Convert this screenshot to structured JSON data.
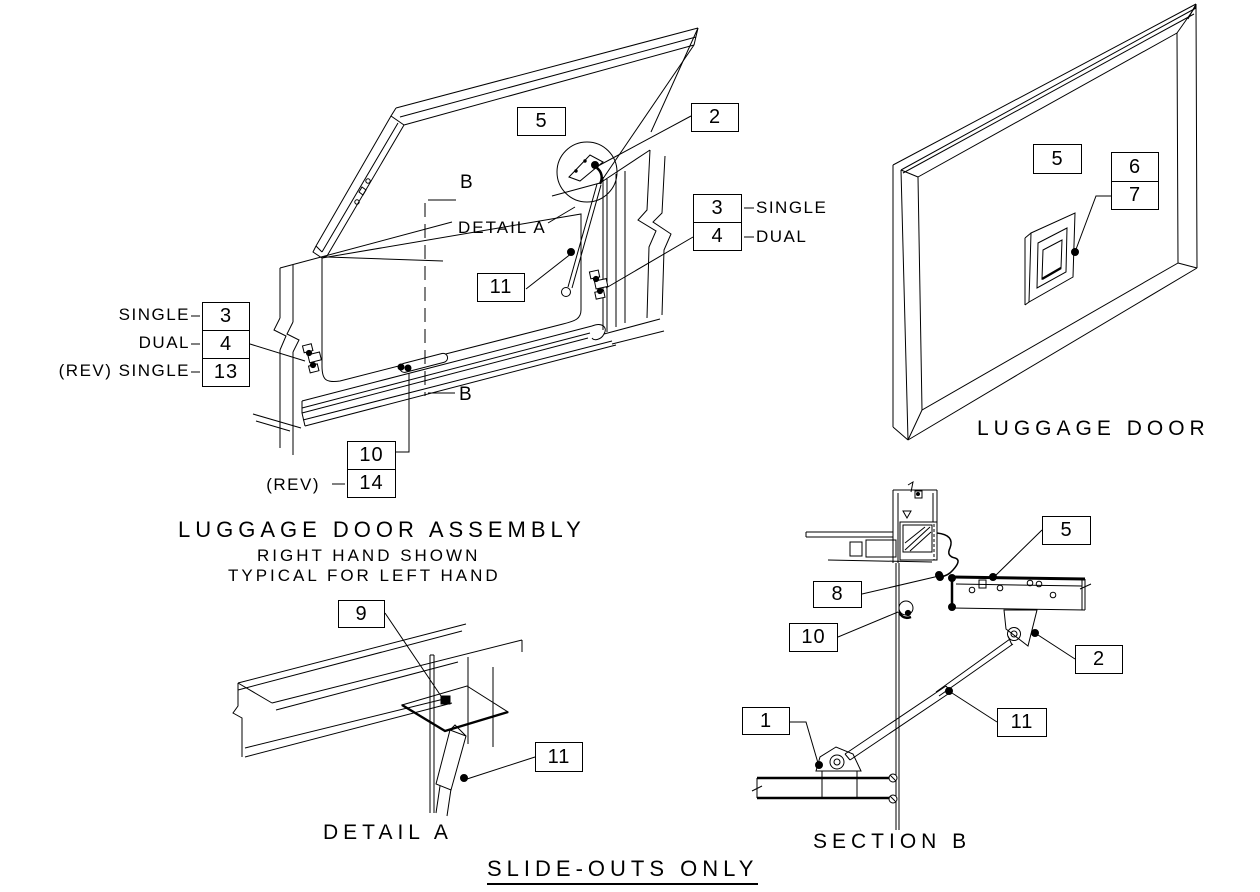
{
  "sheet": {
    "title": "SLIDE-OUTS ONLY"
  },
  "views": {
    "assembly": {
      "title": "LUGGAGE DOOR ASSEMBLY",
      "subtitle_1": "RIGHT HAND SHOWN",
      "subtitle_2": "TYPICAL FOR LEFT HAND",
      "detail_ref": "DETAIL A",
      "section_marker": "B",
      "rev_label": "(REV)",
      "left_labels": {
        "single": "SINGLE",
        "dual": "DUAL",
        "rev_single": "(REV) SINGLE"
      },
      "right_labels": {
        "single": "SINGLE",
        "dual": "DUAL"
      },
      "callouts": {
        "panel": "5",
        "strut_bracket": "2",
        "strut": "11",
        "hinge_right_single": "3",
        "hinge_right_dual": "4",
        "hinge_left_single": "3",
        "hinge_left_dual": "4",
        "hinge_left_rev": "13",
        "latch": "10",
        "latch_rev": "14"
      }
    },
    "luggage_door": {
      "caption": "LUGGAGE DOOR",
      "callouts": {
        "panel": "5",
        "frame": "6",
        "door": "7"
      }
    },
    "detail_a": {
      "caption": "DETAIL A",
      "callouts": {
        "plate": "9",
        "strut": "11"
      }
    },
    "section_b": {
      "caption": "SECTION B",
      "callouts": {
        "base_bracket": "1",
        "strut_bracket": "2",
        "panel": "5",
        "hinge": "8",
        "latch": "10",
        "strut": "11"
      }
    }
  }
}
